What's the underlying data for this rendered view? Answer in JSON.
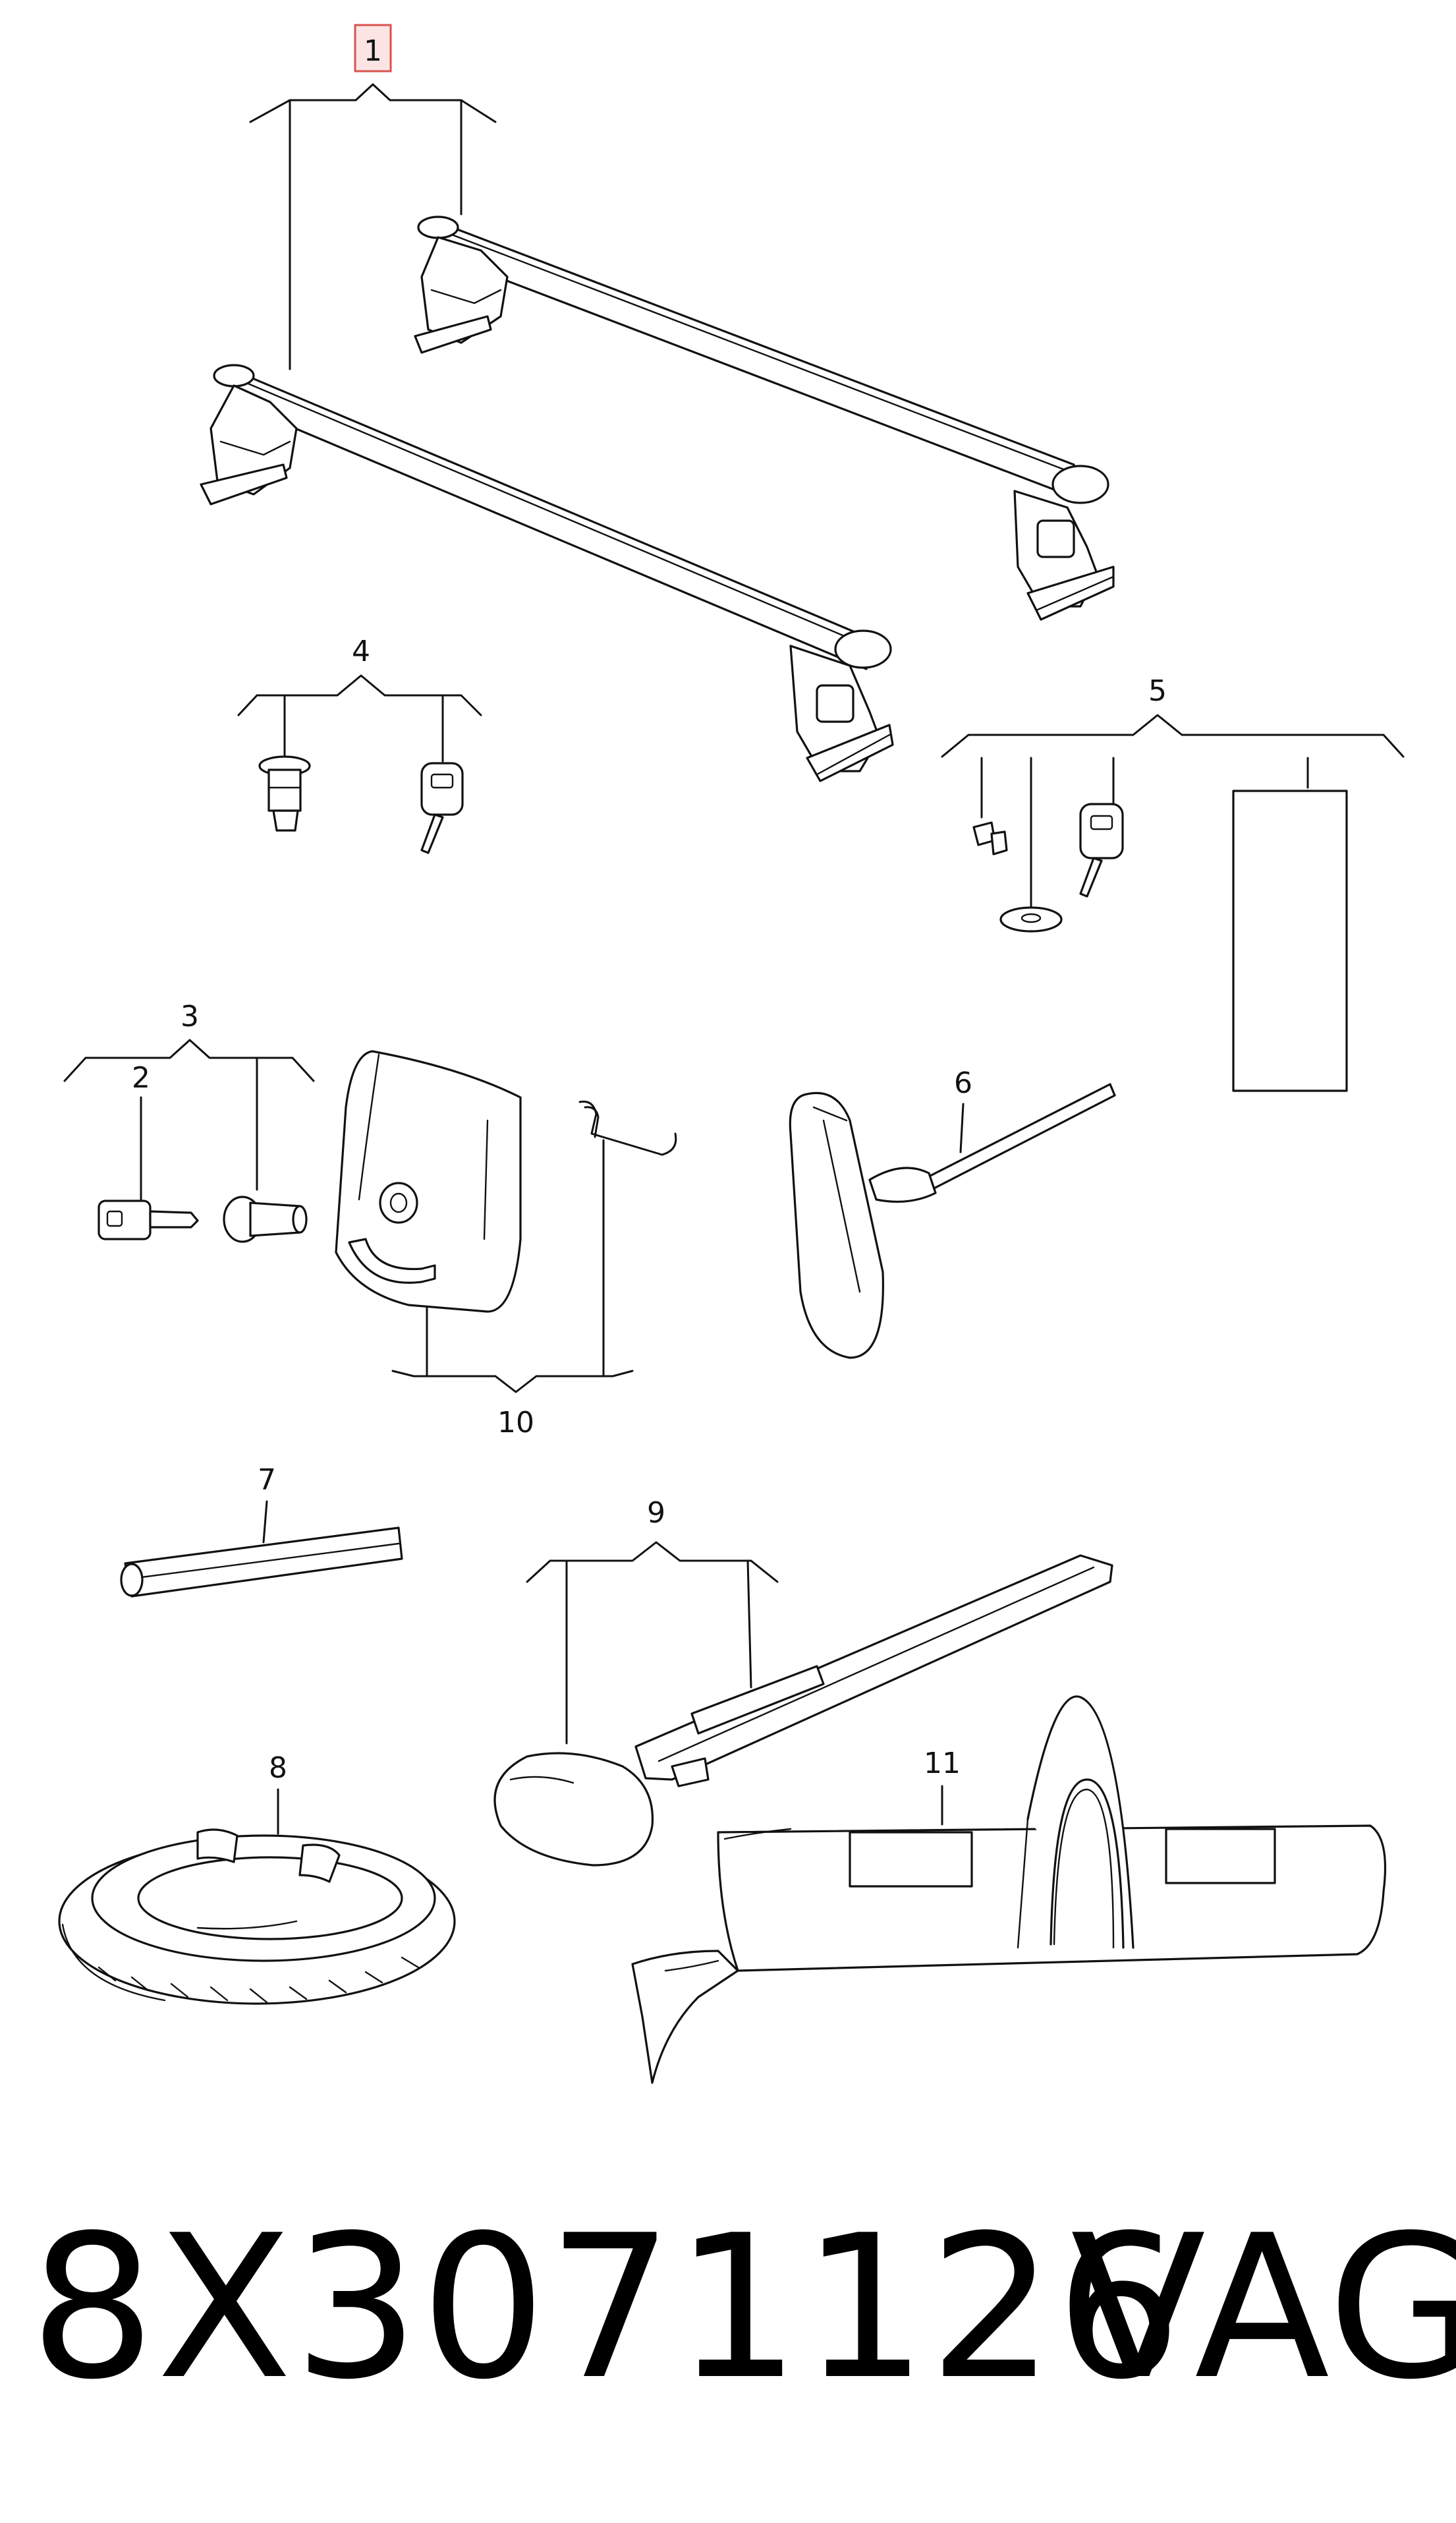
{
  "callouts": {
    "c1": "1",
    "c2": "2",
    "c3": "3",
    "c4": "4",
    "c5": "5",
    "c6": "6",
    "c7": "7",
    "c8": "8",
    "c9": "9",
    "c10": "10",
    "c11": "11"
  },
  "highlighted_callout": "1",
  "footer": {
    "part_number": "8X3071126",
    "brand": "VAG"
  },
  "colors": {
    "line": "#111111",
    "highlight_fill": "#fce4e4",
    "highlight_stroke": "#d9534f"
  }
}
